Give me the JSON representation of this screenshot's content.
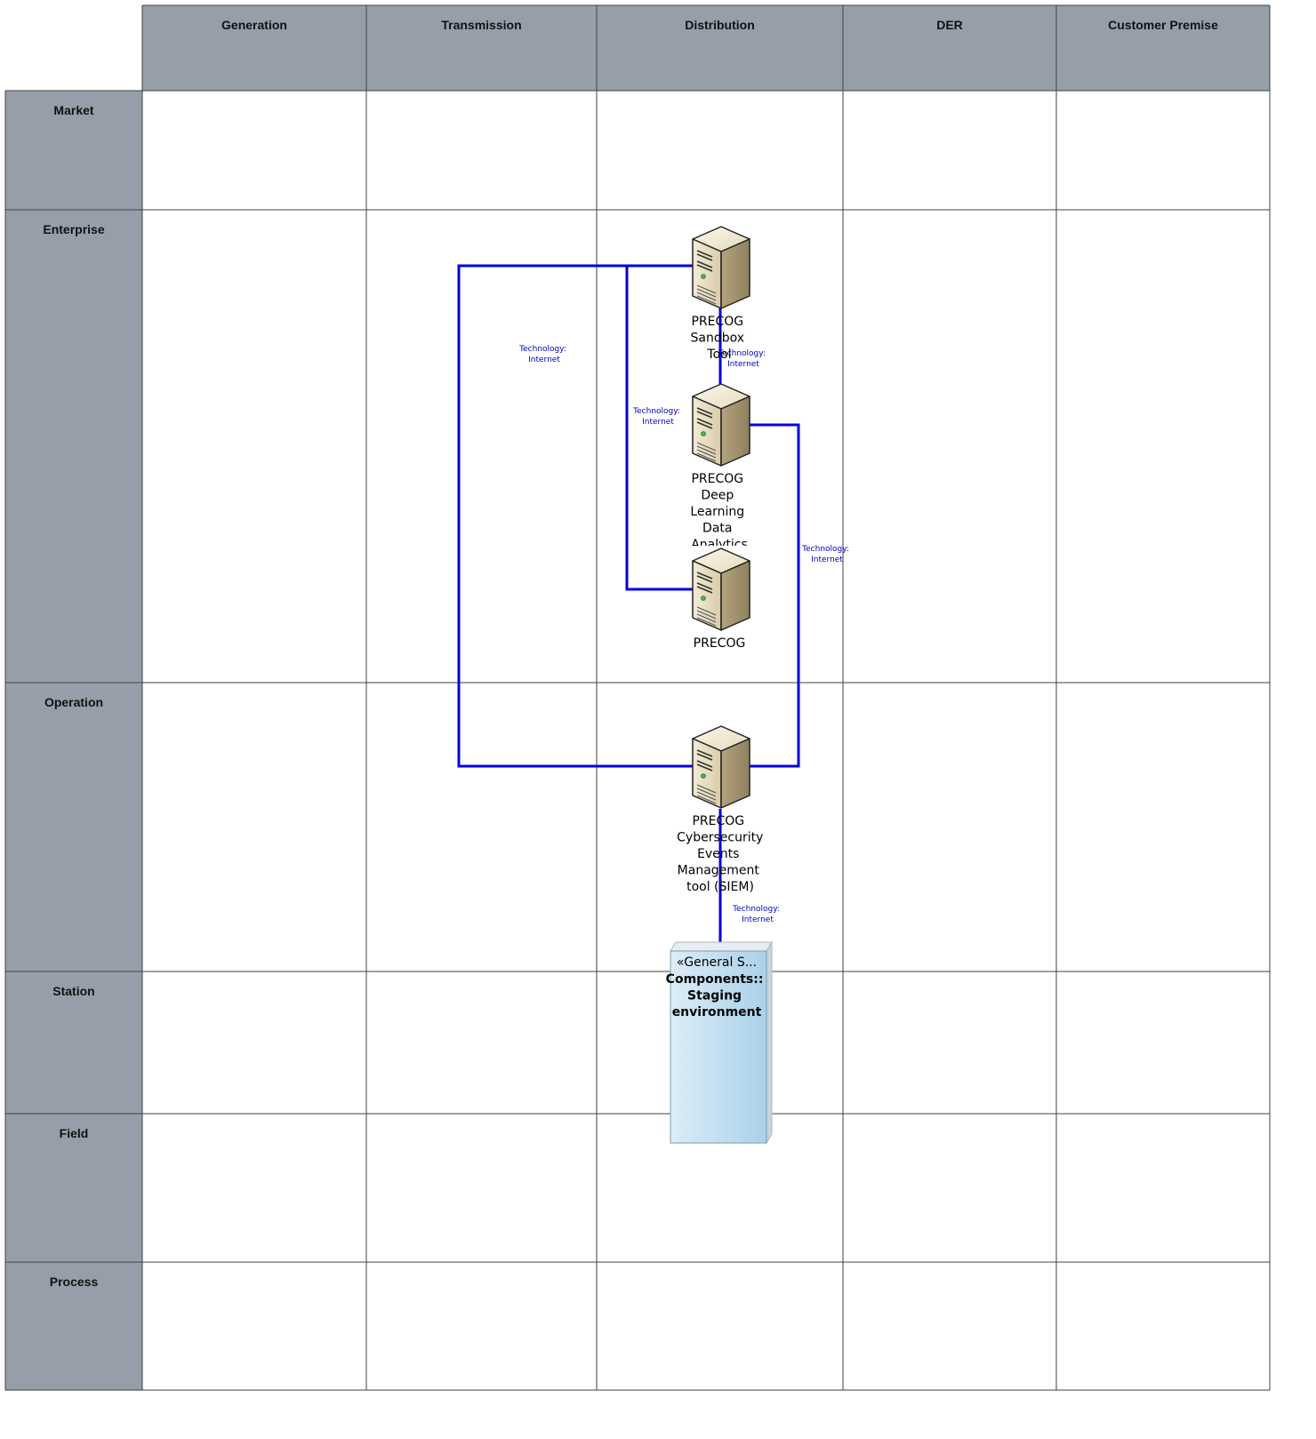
{
  "colors": {
    "header_fill": "#969fa9",
    "grid_line": "#404040",
    "connector": "#0000dd",
    "component_fill": "#bcdcef",
    "component_edge": "#8aa7ba"
  },
  "domains": [
    "Generation",
    "Transmission",
    "Distribution",
    "DER",
    "Customer Premise"
  ],
  "zones": [
    "Market",
    "Enterprise",
    "Operation",
    "Station",
    "Field",
    "Process"
  ],
  "nodes": {
    "sandbox": {
      "icon": "server-icon",
      "label_lines": [
        "PRECOG",
        "Sandbox",
        "Tool"
      ]
    },
    "deep_learning": {
      "icon": "server-icon",
      "label_lines": [
        "PRECOG",
        "Deep",
        "Learning",
        "Data",
        "Analytics"
      ]
    },
    "precog": {
      "icon": "server-icon",
      "label_lines": [
        "PRECOG"
      ]
    },
    "siem": {
      "icon": "server-icon",
      "label_lines": [
        "PRECOG",
        "Cybersecurity",
        "Events",
        "Management",
        "tool (SIEM)"
      ]
    }
  },
  "component": {
    "stereotype": "«General S...",
    "name_lines": [
      "Components::",
      "Staging",
      "environment"
    ]
  },
  "connector_labels": {
    "outer_loop": [
      "Technology:",
      "Internet"
    ],
    "sandbox_deep": [
      "Technology:",
      "Internet"
    ],
    "sandbox_precog": [
      "Technology:",
      "Internet"
    ],
    "deep_siem": [
      "Technology:",
      "Internet"
    ],
    "siem_staging": [
      "Technology:",
      "Internet"
    ]
  }
}
